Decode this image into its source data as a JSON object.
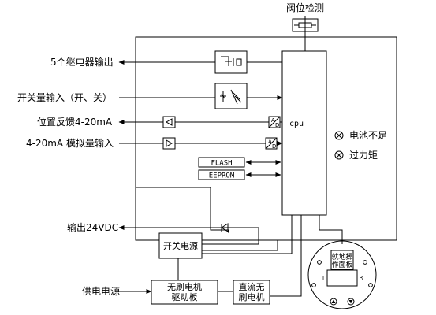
{
  "valve_detect": "阀位检测",
  "relay_out": "5个继电器输出",
  "switch_in": "开关量输入（开、关）",
  "pos_feedback": "位置反馈4-20mA",
  "analog_in": "4-20mA 模拟量输入",
  "cpu": "cpu",
  "flash": "FLASH",
  "eeprom": "EEPROM",
  "battery_low": "电池不足",
  "over_torque": "过力矩",
  "output_24v": "输出24VDC",
  "switching_psu": "开关电源",
  "supply_power": "供电电源",
  "driver_board_l1": "无刷电机",
  "driver_board_l2": "驱动板",
  "dc_motor_l1": "直流无",
  "dc_motor_l2": "刷电机",
  "local_panel_l1": "就地操",
  "local_panel_l2": "作面板",
  "panel_t": "T",
  "panel_r": "R",
  "ad_a": "A",
  "ad_d": "D"
}
